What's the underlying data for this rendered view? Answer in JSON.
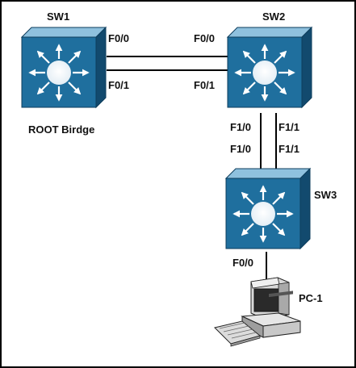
{
  "switches": [
    {
      "id": "sw1",
      "name": "SW1",
      "note": "ROOT Birdge"
    },
    {
      "id": "sw2",
      "name": "SW2"
    },
    {
      "id": "sw3",
      "name": "SW3"
    }
  ],
  "pc": {
    "name": "PC-1"
  },
  "links": [
    {
      "id": "sw1-sw2-a",
      "left_port": "F0/0",
      "right_port": "F0/0"
    },
    {
      "id": "sw1-sw2-b",
      "left_port": "F0/1",
      "right_port": "F0/1"
    },
    {
      "id": "sw2-sw3-a",
      "top_port": "F1/0",
      "bottom_port": "F1/0"
    },
    {
      "id": "sw2-sw3-b",
      "top_port": "F1/1",
      "bottom_port": "F1/1"
    },
    {
      "id": "sw3-pc",
      "port": "F0/0"
    }
  ],
  "colors": {
    "switch_front": "#1f6f9e",
    "switch_top": "#7fb6d6",
    "switch_side": "#134e73",
    "line": "#000000"
  }
}
